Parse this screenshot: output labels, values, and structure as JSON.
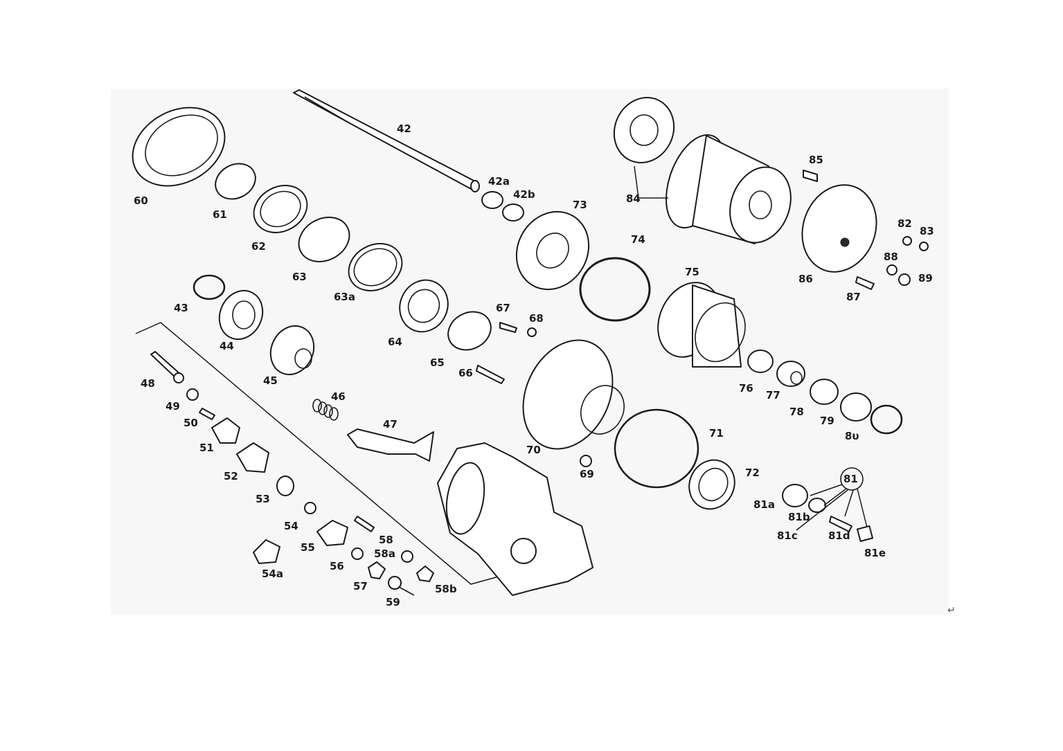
{
  "diagram": {
    "part_labels": {
      "p42": "42",
      "p42a": "42a",
      "p42b": "42b",
      "p43": "43",
      "p44": "44",
      "p45": "45",
      "p46": "46",
      "p47": "47",
      "p48": "48",
      "p49": "49",
      "p50": "50",
      "p51": "51",
      "p52": "52",
      "p53": "53",
      "p54": "54",
      "p54a": "54a",
      "p55": "55",
      "p56": "56",
      "p57": "57",
      "p58": "58",
      "p58a": "58a",
      "p58b": "58b",
      "p59": "59",
      "p60": "60",
      "p61": "61",
      "p62": "62",
      "p63": "63",
      "p63a": "63a",
      "p64": "64",
      "p65": "65",
      "p66": "66",
      "p67": "67",
      "p68": "68",
      "p69": "69",
      "p70": "70",
      "p71": "71",
      "p72": "72",
      "p73": "73",
      "p74": "74",
      "p75": "75",
      "p76": "76",
      "p77": "77",
      "p78": "78",
      "p79": "79",
      "p80": "8υ",
      "p81": "81",
      "p81a": "81a",
      "p81b": "81b",
      "p81c": "81c",
      "p81d": "81d",
      "p81e": "81e",
      "p82": "82",
      "p83": "83",
      "p84": "84",
      "p85": "85",
      "p86": "86",
      "p87": "87",
      "p88": "88",
      "p89": "89"
    },
    "return_mark": "↵"
  }
}
